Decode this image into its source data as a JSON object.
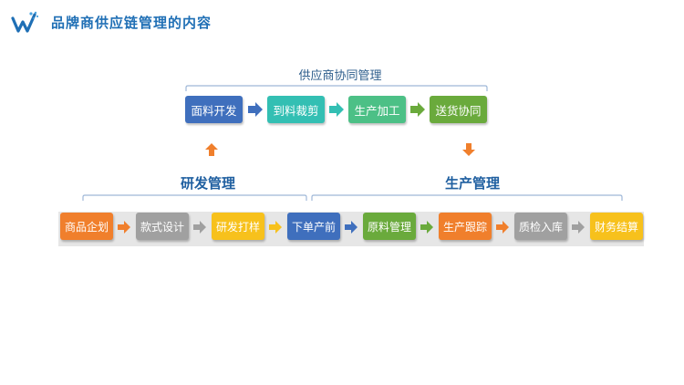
{
  "header": {
    "title": "品牌商供应链管理的内容"
  },
  "supplier_collab": {
    "title": "供应商协同管理",
    "steps": [
      "面料开发",
      "到料裁剪",
      "生产加工",
      "送货协同"
    ]
  },
  "sections": {
    "rnd": "研发管理",
    "production": "生产管理"
  },
  "flow": {
    "steps": [
      "商品企划",
      "款式设计",
      "研发打样",
      "下单产前",
      "原料管理",
      "生产跟踪",
      "质检入库",
      "财务结算"
    ]
  },
  "colors": {
    "blue": "#3f6fbd",
    "teal": "#33bfb3",
    "green": "#4cc086",
    "olive": "#6aaa3c",
    "orange": "#f07f2c",
    "gray": "#a0a0a0",
    "yellow": "#f7c11c",
    "title": "#1f6fb5"
  }
}
